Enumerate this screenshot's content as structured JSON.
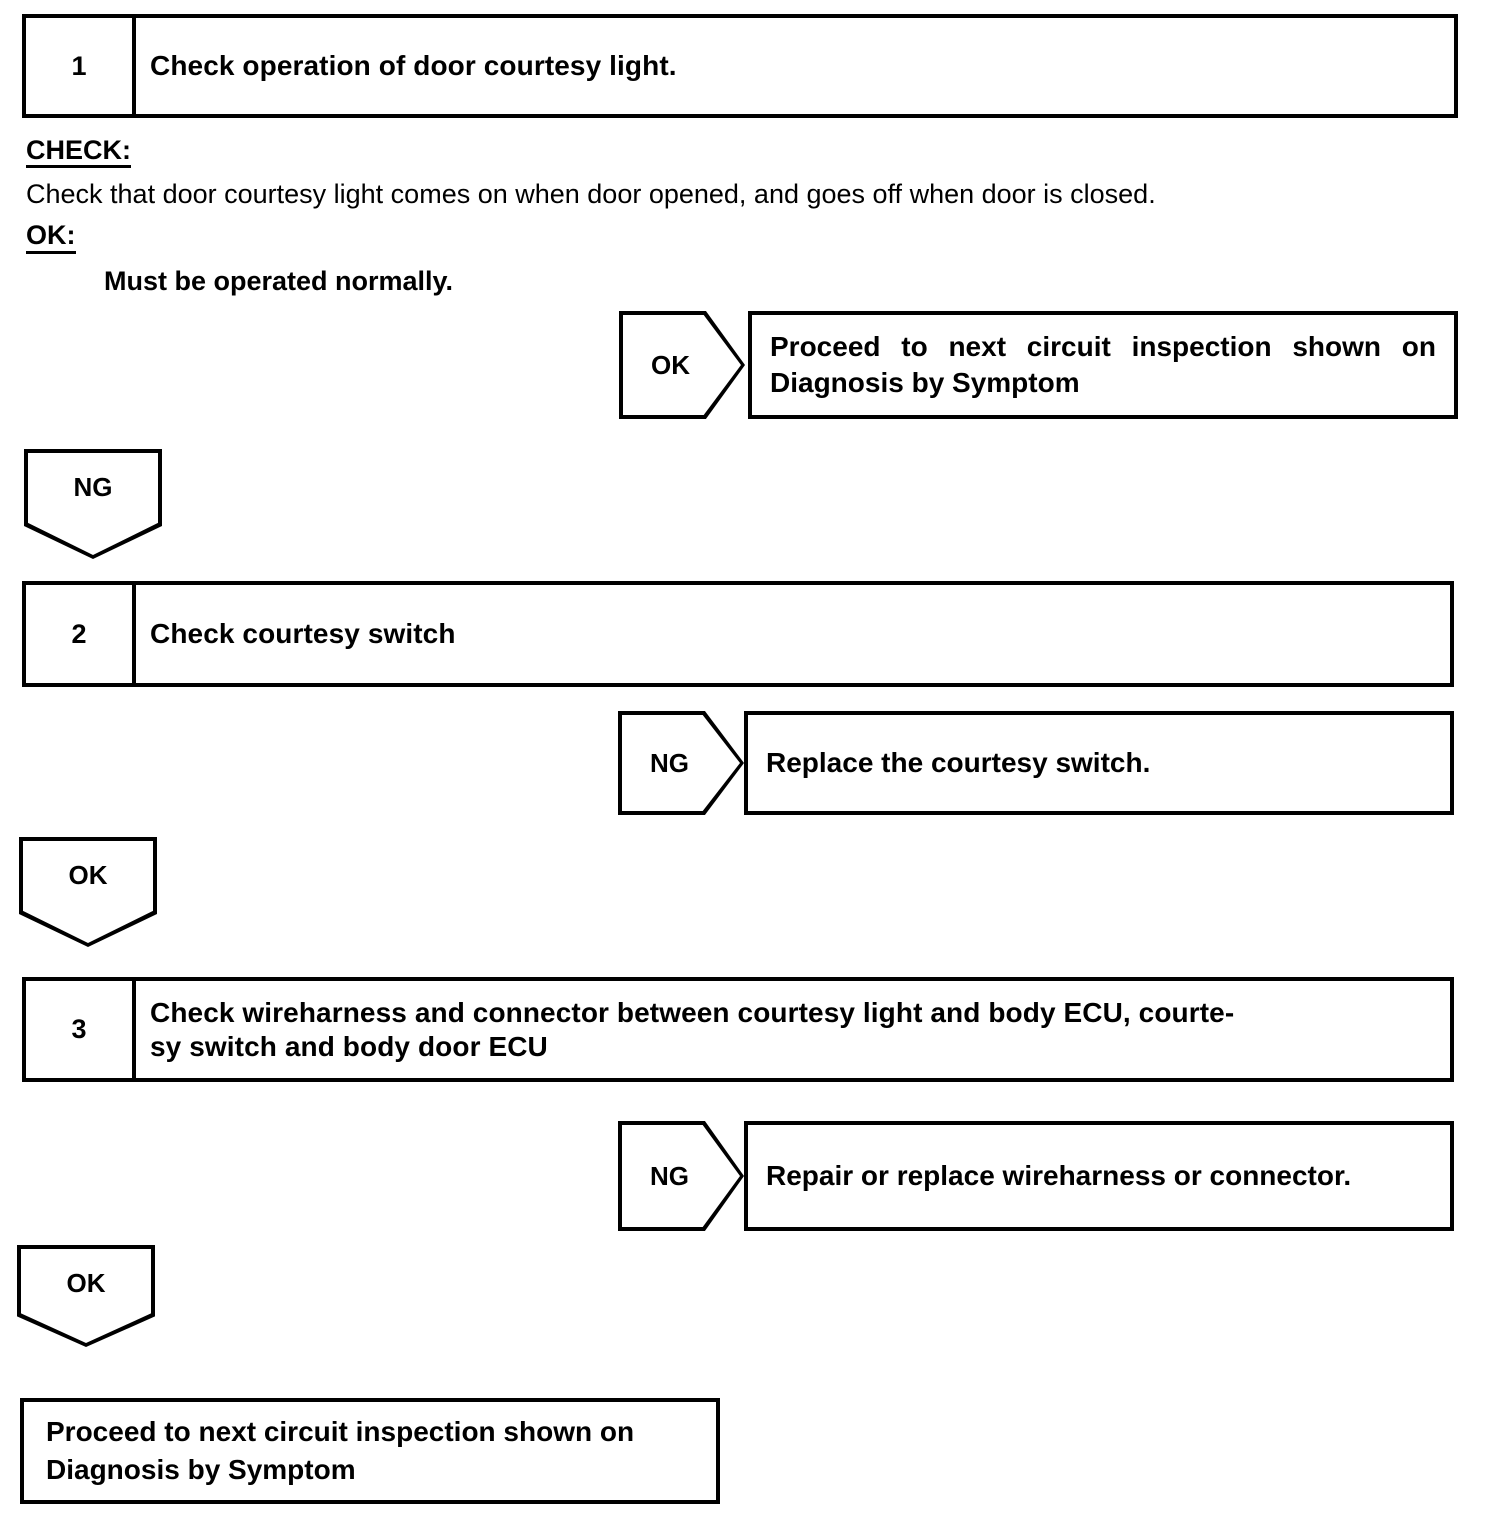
{
  "document": {
    "type": "troubleshooting-flowchart",
    "title": "Door Courtesy Light Troubleshooting"
  },
  "steps": [
    {
      "number": "1",
      "title": "Check operation of door courtesy light."
    },
    {
      "number": "2",
      "title": "Check courtesy switch"
    },
    {
      "number": "3",
      "title_line1": "Check wireharness and connector between courtesy light and body ECU, courte-",
      "title_line2": "sy switch and body door ECU"
    }
  ],
  "details": {
    "check_label": "CHECK:",
    "check_text": "Check that door courtesy light comes on when door opened, and goes off when door is closed.",
    "ok_label": "OK:",
    "ok_text": "Must be operated normally."
  },
  "branches": [
    {
      "id": "step1-ok",
      "tag": "OK",
      "result_line1": "Proceed to next circuit inspection shown on",
      "result_line2": "Diagnosis by Symptom"
    },
    {
      "id": "step2-ng",
      "tag": "NG",
      "result_line1": "Replace the courtesy switch.",
      "result_line2": ""
    },
    {
      "id": "step3-ng",
      "tag": "NG",
      "result_line1": "Repair or replace wireharness or connector.",
      "result_line2": ""
    }
  ],
  "connectors": [
    {
      "id": "step1-to-step2",
      "tag": "NG"
    },
    {
      "id": "step2-to-step3",
      "tag": "OK"
    },
    {
      "id": "step3-to-final",
      "tag": "OK"
    }
  ],
  "final": {
    "line1": "Proceed to next circuit inspection shown on",
    "line2": "Diagnosis by Symptom"
  },
  "colors": {
    "ink": "#000000",
    "paper": "#ffffff"
  }
}
